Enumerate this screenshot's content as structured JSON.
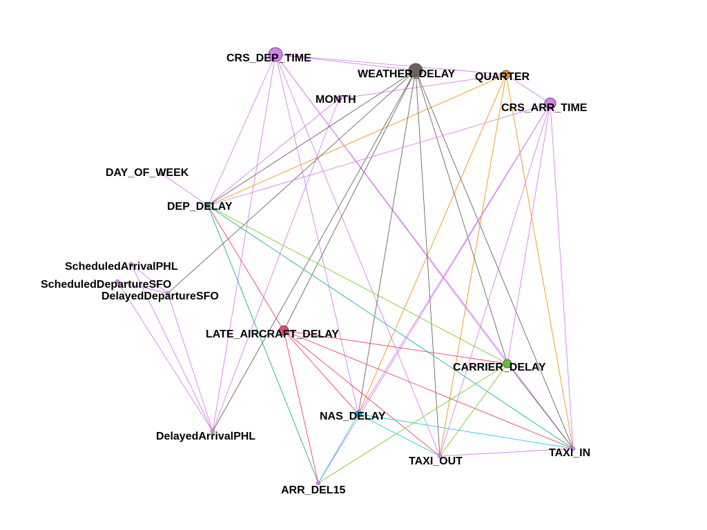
{
  "colors": {
    "violet": "#d97ff0",
    "gray": "#6b6262",
    "orange": "#f0950e",
    "green": "#79cc1e",
    "teal": "#13b3a0",
    "red": "#f0426a",
    "blue": "#1ec8e8",
    "node_violet": "#d97ff0",
    "node_brown": "#6e5e5e",
    "node_red": "#e8476e",
    "node_green": "#69c02a",
    "node_teal": "#17a98a",
    "node_blue": "#25b4e6",
    "node_orange": "#e8932a",
    "node_outline": "#555555"
  },
  "nodes": [
    {
      "id": "CRS_DEP_TIME",
      "label": "CRS_DEP_TIME",
      "color": "node_violet"
    },
    {
      "id": "WEATHER_DELAY",
      "label": "WEATHER_DELAY",
      "color": "node_brown"
    },
    {
      "id": "QUARTER",
      "label": "QUARTER",
      "color": "node_orange"
    },
    {
      "id": "MONTH",
      "label": "MONTH",
      "color": "node_violet"
    },
    {
      "id": "CRS_ARR_TIME",
      "label": "CRS_ARR_TIME",
      "color": "node_violet"
    },
    {
      "id": "DAY_OF_WEEK",
      "label": "DAY_OF_WEEK",
      "color": "node_violet"
    },
    {
      "id": "DEP_DELAY",
      "label": "DEP_DELAY",
      "color": "node_teal"
    },
    {
      "id": "ScheduledArrivalPHL",
      "label": "ScheduledArrivalPHL",
      "color": "node_violet"
    },
    {
      "id": "ScheduledDepartureSFO",
      "label": "ScheduledDepartureSFO",
      "color": "node_violet"
    },
    {
      "id": "DelayedDepartureSFO",
      "label": "DelayedDepartureSFO",
      "color": "node_violet"
    },
    {
      "id": "LATE_AIRCRAFT_DELAY",
      "label": "LATE_AIRCRAFT_DELAY",
      "color": "node_red"
    },
    {
      "id": "CARRIER_DELAY",
      "label": "CARRIER_DELAY",
      "color": "node_green"
    },
    {
      "id": "NAS_DELAY",
      "label": "NAS_DELAY",
      "color": "node_blue"
    },
    {
      "id": "DelayedArrivalPHL",
      "label": "DelayedArrivalPHL",
      "color": "node_violet"
    },
    {
      "id": "TAXI_OUT",
      "label": "TAXI_OUT",
      "color": "node_violet"
    },
    {
      "id": "TAXI_IN",
      "label": "TAXI_IN",
      "color": "node_violet"
    },
    {
      "id": "ARR_DEL15",
      "label": "ARR_DEL15",
      "color": "node_violet"
    }
  ],
  "edges": [
    {
      "from": "CRS_DEP_TIME",
      "to": "WEATHER_DELAY",
      "color": "violet"
    },
    {
      "from": "CRS_DEP_TIME",
      "to": "QUARTER",
      "color": "violet"
    },
    {
      "from": "CRS_DEP_TIME",
      "to": "DEP_DELAY",
      "color": "violet"
    },
    {
      "from": "CRS_DEP_TIME",
      "to": "DelayedArrivalPHL",
      "color": "violet"
    },
    {
      "from": "CRS_DEP_TIME",
      "to": "NAS_DELAY",
      "color": "violet"
    },
    {
      "from": "CRS_DEP_TIME",
      "to": "TAXI_OUT",
      "color": "violet"
    },
    {
      "from": "CRS_DEP_TIME",
      "to": "CARRIER_DELAY",
      "color": "violet"
    },
    {
      "from": "CRS_DEP_TIME",
      "to": "TAXI_IN",
      "color": "violet"
    },
    {
      "from": "QUARTER",
      "to": "CRS_ARR_TIME",
      "color": "violet"
    },
    {
      "from": "QUARTER",
      "to": "DEP_DELAY",
      "color": "orange"
    },
    {
      "from": "QUARTER",
      "to": "NAS_DELAY",
      "color": "orange"
    },
    {
      "from": "QUARTER",
      "to": "TAXI_OUT",
      "color": "orange"
    },
    {
      "from": "QUARTER",
      "to": "TAXI_IN",
      "color": "orange"
    },
    {
      "from": "QUARTER",
      "to": "MONTH",
      "color": "violet"
    },
    {
      "from": "MONTH",
      "to": "DEP_DELAY",
      "color": "violet"
    },
    {
      "from": "MONTH",
      "to": "DelayedArrivalPHL",
      "color": "violet"
    },
    {
      "from": "WEATHER_DELAY",
      "to": "DEP_DELAY",
      "color": "gray"
    },
    {
      "from": "WEATHER_DELAY",
      "to": "LATE_AIRCRAFT_DELAY",
      "color": "gray"
    },
    {
      "from": "WEATHER_DELAY",
      "to": "NAS_DELAY",
      "color": "gray"
    },
    {
      "from": "WEATHER_DELAY",
      "to": "TAXI_OUT",
      "color": "gray"
    },
    {
      "from": "WEATHER_DELAY",
      "to": "CARRIER_DELAY",
      "color": "gray"
    },
    {
      "from": "WEATHER_DELAY",
      "to": "TAXI_IN",
      "color": "gray"
    },
    {
      "from": "WEATHER_DELAY",
      "to": "DelayedArrivalPHL",
      "color": "gray"
    },
    {
      "from": "WEATHER_DELAY",
      "to": "DelayedDepartureSFO",
      "color": "gray"
    },
    {
      "from": "CRS_ARR_TIME",
      "to": "DEP_DELAY",
      "color": "violet"
    },
    {
      "from": "CRS_ARR_TIME",
      "to": "NAS_DELAY",
      "color": "violet"
    },
    {
      "from": "CRS_ARR_TIME",
      "to": "ARR_DEL15",
      "color": "violet"
    },
    {
      "from": "CRS_ARR_TIME",
      "to": "TAXI_OUT",
      "color": "violet"
    },
    {
      "from": "CRS_ARR_TIME",
      "to": "TAXI_IN",
      "color": "violet"
    },
    {
      "from": "CRS_ARR_TIME",
      "to": "CARRIER_DELAY",
      "color": "violet"
    },
    {
      "from": "DAY_OF_WEEK",
      "to": "DEP_DELAY",
      "color": "violet"
    },
    {
      "from": "DEP_DELAY",
      "to": "LATE_AIRCRAFT_DELAY",
      "color": "red"
    },
    {
      "from": "DEP_DELAY",
      "to": "ARR_DEL15",
      "color": "teal"
    },
    {
      "from": "DEP_DELAY",
      "to": "CARRIER_DELAY",
      "color": "green"
    },
    {
      "from": "DEP_DELAY",
      "to": "TAXI_IN",
      "color": "teal"
    },
    {
      "from": "LATE_AIRCRAFT_DELAY",
      "to": "CARRIER_DELAY",
      "color": "red"
    },
    {
      "from": "LATE_AIRCRAFT_DELAY",
      "to": "TAXI_IN",
      "color": "red"
    },
    {
      "from": "LATE_AIRCRAFT_DELAY",
      "to": "TAXI_OUT",
      "color": "red"
    },
    {
      "from": "LATE_AIRCRAFT_DELAY",
      "to": "NAS_DELAY",
      "color": "red"
    },
    {
      "from": "LATE_AIRCRAFT_DELAY",
      "to": "ARR_DEL15",
      "color": "red"
    },
    {
      "from": "CARRIER_DELAY",
      "to": "ARR_DEL15",
      "color": "green"
    },
    {
      "from": "CARRIER_DELAY",
      "to": "TAXI_OUT",
      "color": "green"
    },
    {
      "from": "CARRIER_DELAY",
      "to": "TAXI_IN",
      "color": "gray"
    },
    {
      "from": "NAS_DELAY",
      "to": "ARR_DEL15",
      "color": "blue"
    },
    {
      "from": "NAS_DELAY",
      "to": "TAXI_OUT",
      "color": "blue"
    },
    {
      "from": "NAS_DELAY",
      "to": "TAXI_IN",
      "color": "blue"
    },
    {
      "from": "TAXI_OUT",
      "to": "TAXI_IN",
      "color": "violet"
    },
    {
      "from": "ScheduledArrivalPHL",
      "to": "DelayedArrivalPHL",
      "color": "violet"
    },
    {
      "from": "ScheduledArrivalPHL",
      "to": "DelayedDepartureSFO",
      "color": "violet"
    },
    {
      "from": "ScheduledDepartureSFO",
      "to": "DelayedArrivalPHL",
      "color": "violet"
    },
    {
      "from": "ScheduledDepartureSFO",
      "to": "DelayedDepartureSFO",
      "color": "violet"
    },
    {
      "from": "DelayedDepartureSFO",
      "to": "DelayedArrivalPHL",
      "color": "violet"
    }
  ]
}
